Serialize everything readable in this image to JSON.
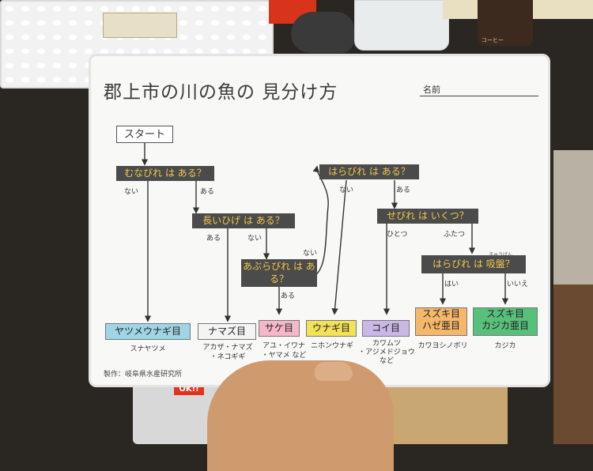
{
  "sheet": {
    "title": "郡上市の川の魚の 見分け方",
    "name_label": "名前",
    "start": "スタート",
    "questions": {
      "q1": "むなびれ は ある？",
      "q2": "長いひげ は ある？",
      "q3": "あぶらびれ は ある？",
      "q4": "はらびれ は ある？",
      "q5": "せびれ は いくつ？",
      "q6": "はらびれ は 吸盤？"
    },
    "branch_labels": {
      "q1_no": "ない",
      "q1_yes": "ある",
      "q2_yes": "ある",
      "q2_no": "ない",
      "q3_no": "ない",
      "q3_yes": "ある",
      "q4_no": "ない",
      "q4_yes": "ある",
      "q5_one": "ひとつ",
      "q5_two": "ふたつ",
      "q6_yes": "はい",
      "q6_no": "いいえ"
    },
    "results": [
      {
        "name": "ヤツメウナギ目",
        "examples": "スナヤツメ",
        "color": "#9fd6e6"
      },
      {
        "name": "ナマズ目",
        "examples": "アカザ・ナマズ\n・ネコギギ",
        "color": "#f4f4f4"
      },
      {
        "name": "サケ目",
        "examples": "アユ・イワナ\n・ヤマメ など",
        "color": "#f5b8c8"
      },
      {
        "name": "ウナギ目",
        "examples": "ニホンウナギ",
        "color": "#f3e15a"
      },
      {
        "name": "コイ目",
        "examples": "カワムツ\n・アジメドジョウ\nなど",
        "color": "#c9b7e6"
      },
      {
        "name_line1": "スズキ目",
        "name_line2": "ハゼ亜目",
        "examples": "カワヨシノボリ",
        "color": "#f5b76a"
      },
      {
        "name_line1": "スズキ目",
        "name_line2": "カジカ亜目",
        "examples": "カジカ",
        "color": "#57c07a"
      }
    ],
    "footer": "製作：岐阜県水産研究所",
    "ruby": "きゅうばん"
  },
  "background": {
    "ok_sign": "OK!!",
    "coffee_label": "コーヒー"
  }
}
